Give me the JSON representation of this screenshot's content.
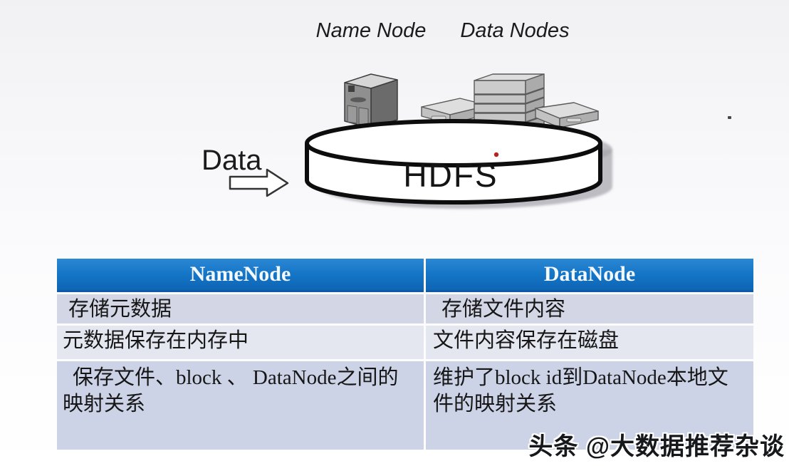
{
  "diagram": {
    "name_node_label": "Name Node",
    "data_nodes_label": "Data Nodes",
    "hdfs_label": "HDFS",
    "data_label": "Data"
  },
  "table": {
    "headers": [
      "NameNode",
      "DataNode"
    ],
    "rows": [
      {
        "cells": [
          {
            "lines": [
              "存储元数据"
            ]
          },
          {
            "lines": [
              "存储文件内容"
            ]
          }
        ]
      },
      {
        "cells": [
          {
            "lines": [
              "元数据保存在内存中"
            ]
          },
          {
            "lines": [
              "文件内容保存在磁盘"
            ]
          }
        ]
      },
      {
        "cells": [
          {
            "lines": [
              "保存文件、block 、 DataNode之间的",
              "映射关系"
            ]
          },
          {
            "lines": [
              "维护了block id到DataNode本地文",
              "件的映射关系"
            ]
          }
        ]
      }
    ]
  },
  "watermark": "头条 @大数据推荐杂谈",
  "colors": {
    "header_blue_top": "#2a87d4",
    "header_blue_bottom": "#0f65b4",
    "row_shade_1": "#d3d7e5",
    "row_shade_2": "#e4e7f0",
    "row_shade_3": "#ccd3e6",
    "header_text": "#f4f8ff",
    "red_dot": "#b42222"
  }
}
